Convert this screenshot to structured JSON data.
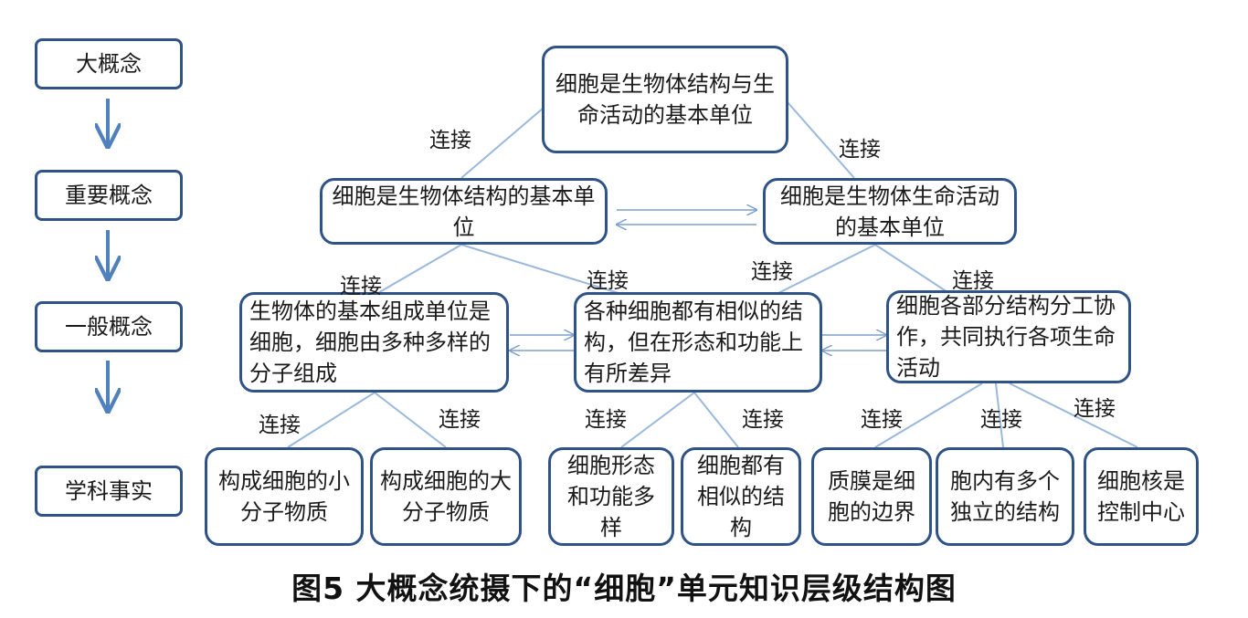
{
  "levels": [
    "大概念",
    "重要概念",
    "一般概念",
    "学科事实"
  ],
  "top": "细胞是生物体结构与生命活动的基本单位",
  "important": [
    "细胞是生物体结构的基本单位",
    "细胞是生物体生命活动的基本单位"
  ],
  "general": [
    "生物体的基本组成单位是细胞，细胞由多种多样的分子组成",
    "各种细胞都有相似的结构，但在形态和功能上有所差异",
    "细胞各部分结构分工协作，共同执行各项生命活动"
  ],
  "facts": [
    "构成细胞的小分子物质",
    "构成细胞的大分子物质",
    "细胞形态和功能多样",
    "细胞都有相似的结构",
    "质膜是细胞的边界",
    "胞内有多个独立的结构",
    "细胞核是控制中心"
  ],
  "connector": "连接",
  "caption": "图5  大概念统摄下的“细胞”单元知识层级结构图",
  "colors": {
    "border": "#2f5386",
    "line": "#9ab8dc",
    "arrow": "#4f81bd"
  }
}
